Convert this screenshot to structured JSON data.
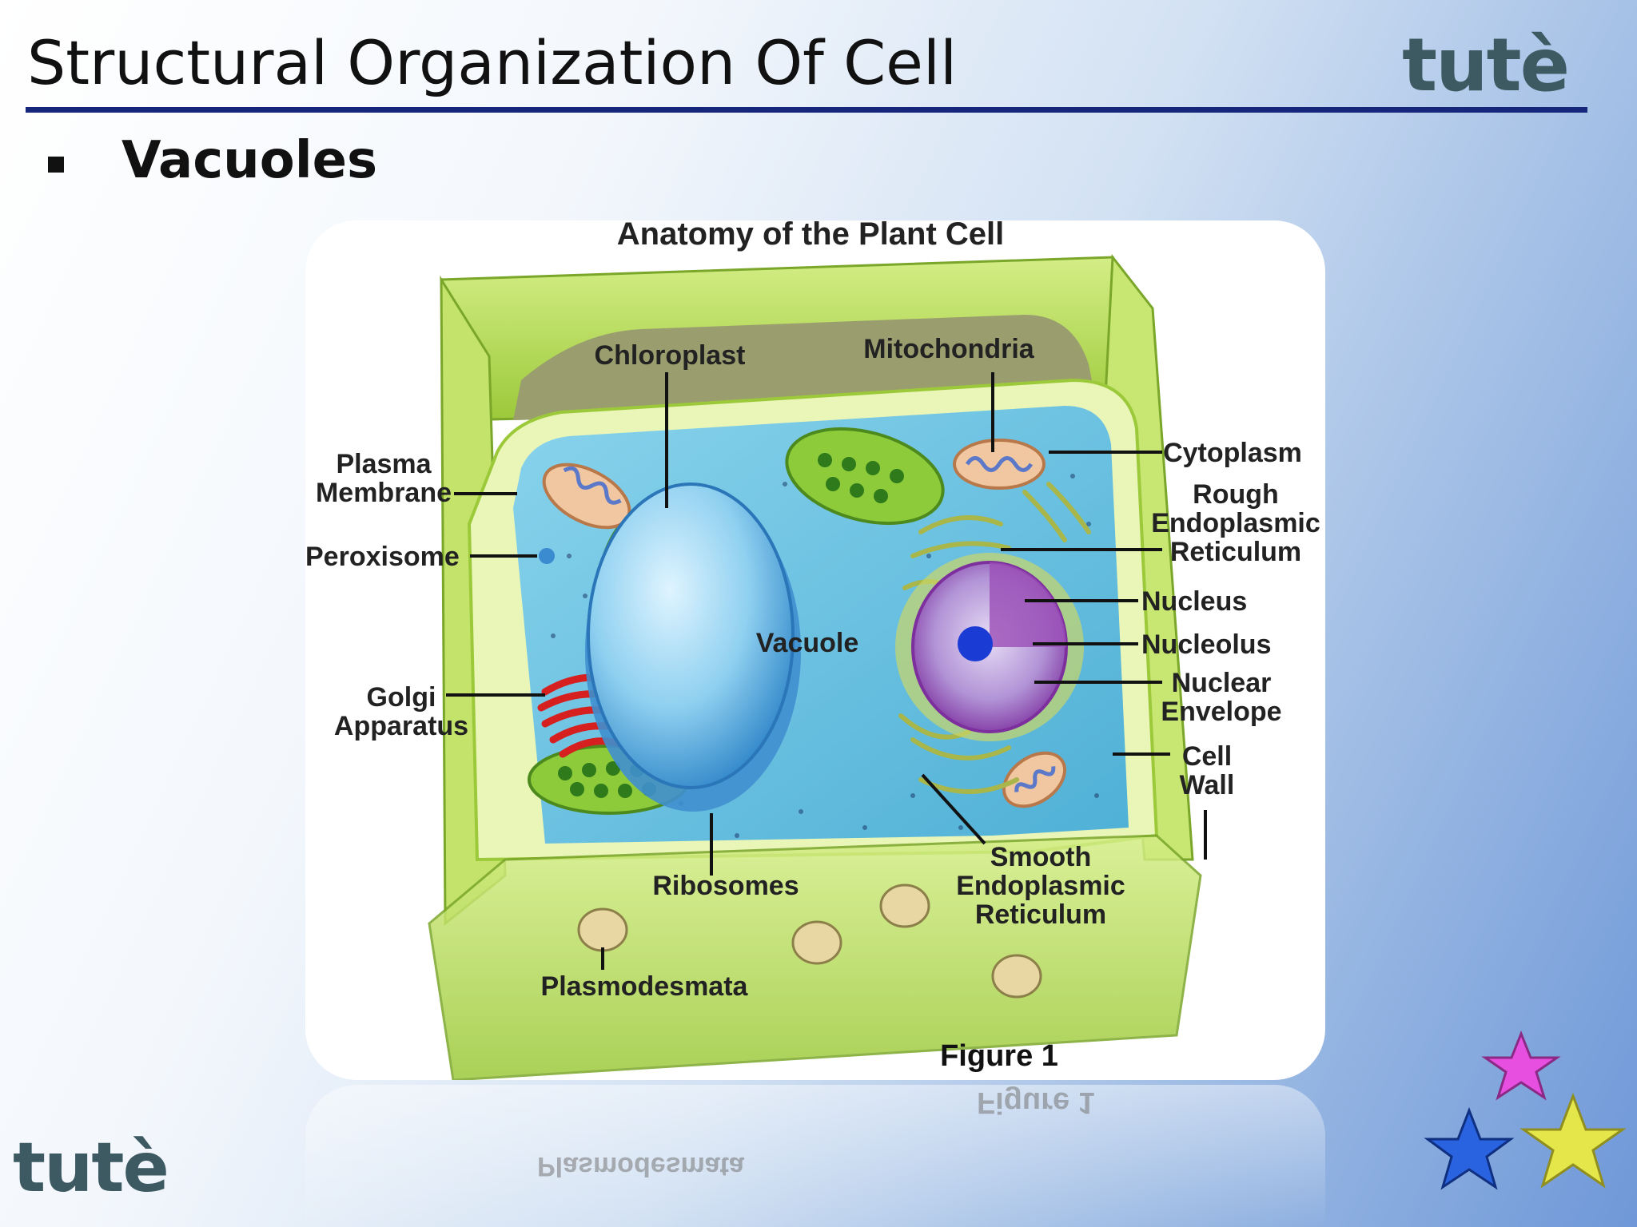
{
  "slide": {
    "title": "Structural Organization Of Cell",
    "logo_text": "tutè",
    "bullet": "Vacuoles"
  },
  "diagram": {
    "title": "Anatomy of the Plant Cell",
    "figure_caption": "Figure 1",
    "labels": {
      "chloroplast": "Chloroplast",
      "mitochondria": "Mitochondria",
      "plasma_membrane_1": "Plasma",
      "plasma_membrane_2": "Membrane",
      "peroxisome": "Peroxisome",
      "golgi_1": "Golgi",
      "golgi_2": "Apparatus",
      "vacuole": "Vacuole",
      "cytoplasm": "Cytoplasm",
      "rough_er_1": "Rough",
      "rough_er_2": "Endoplasmic",
      "rough_er_3": "Reticulum",
      "nucleus": "Nucleus",
      "nucleolus": "Nucleolus",
      "nuclear_envelope_1": "Nuclear",
      "nuclear_envelope_2": "Envelope",
      "cell_wall_1": "Cell",
      "cell_wall_2": "Wall",
      "smooth_er_1": "Smooth",
      "smooth_er_2": "Endoplasmic",
      "smooth_er_3": "Reticulum",
      "ribosomes": "Ribosomes",
      "plasmodesmata": "Plasmodesmata"
    }
  },
  "colors": {
    "title_rule": "#16267a",
    "logo": "#3d5961",
    "cell_wall": "#b5dc4f",
    "cytoplasm": "#6ec3e3",
    "vacuole": "#8fd0f0",
    "golgi": "#d62020",
    "nucleus": "#9b4fb7",
    "star_pink": "#e64fe0",
    "star_blue": "#2a63e0",
    "star_yellow": "#e4e64a"
  }
}
